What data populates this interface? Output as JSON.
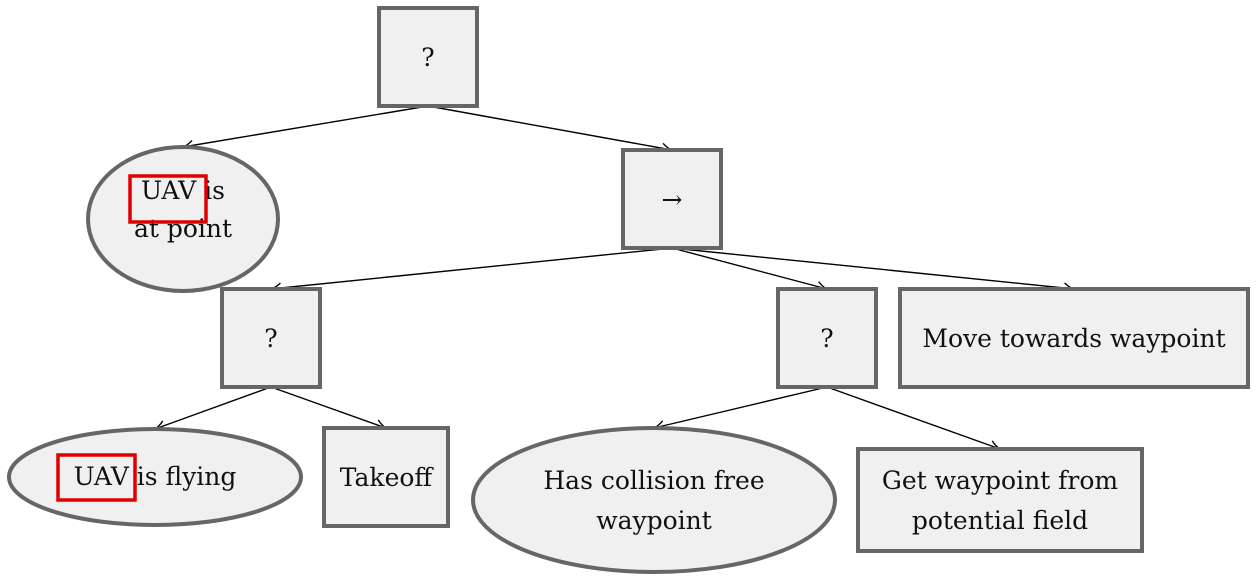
{
  "diagram": {
    "type": "behavior-tree",
    "colors": {
      "node_fill": "#f0f0f0",
      "node_border": "#666666",
      "edge": "#000000",
      "highlight": "#e00000",
      "text": "#111111"
    },
    "nodes": [
      {
        "id": "root",
        "kind": "fallback",
        "shape": "rect",
        "lines": [
          "?"
        ]
      },
      {
        "id": "uav-at-point",
        "kind": "condition",
        "shape": "ellipse",
        "lines": [
          "UAV is",
          "at point"
        ],
        "highlight": "UAV"
      },
      {
        "id": "sequence",
        "kind": "sequence",
        "shape": "rect",
        "lines": [
          "→"
        ]
      },
      {
        "id": "fallback-flying",
        "kind": "fallback",
        "shape": "rect",
        "lines": [
          "?"
        ]
      },
      {
        "id": "fallback-waypoint",
        "kind": "fallback",
        "shape": "rect",
        "lines": [
          "?"
        ]
      },
      {
        "id": "move-towards-waypoint",
        "kind": "action",
        "shape": "rect",
        "lines": [
          "Move towards waypoint"
        ]
      },
      {
        "id": "uav-is-flying",
        "kind": "condition",
        "shape": "ellipse",
        "lines": [
          "UAV is flying"
        ],
        "highlight": "UAV"
      },
      {
        "id": "takeoff",
        "kind": "action",
        "shape": "rect",
        "lines": [
          "Takeoff"
        ]
      },
      {
        "id": "has-collision-free-waypoint",
        "kind": "condition",
        "shape": "ellipse",
        "lines": [
          "Has collision free",
          "waypoint"
        ]
      },
      {
        "id": "get-waypoint-potential-field",
        "kind": "action",
        "shape": "rect",
        "lines": [
          "Get waypoint from",
          "potential field"
        ]
      }
    ],
    "edges": [
      {
        "from": "root",
        "to": "uav-at-point"
      },
      {
        "from": "root",
        "to": "sequence"
      },
      {
        "from": "sequence",
        "to": "fallback-flying"
      },
      {
        "from": "sequence",
        "to": "fallback-waypoint"
      },
      {
        "from": "sequence",
        "to": "move-towards-waypoint"
      },
      {
        "from": "fallback-flying",
        "to": "uav-is-flying"
      },
      {
        "from": "fallback-flying",
        "to": "takeoff"
      },
      {
        "from": "fallback-waypoint",
        "to": "has-collision-free-waypoint"
      },
      {
        "from": "fallback-waypoint",
        "to": "get-waypoint-potential-field"
      }
    ]
  }
}
